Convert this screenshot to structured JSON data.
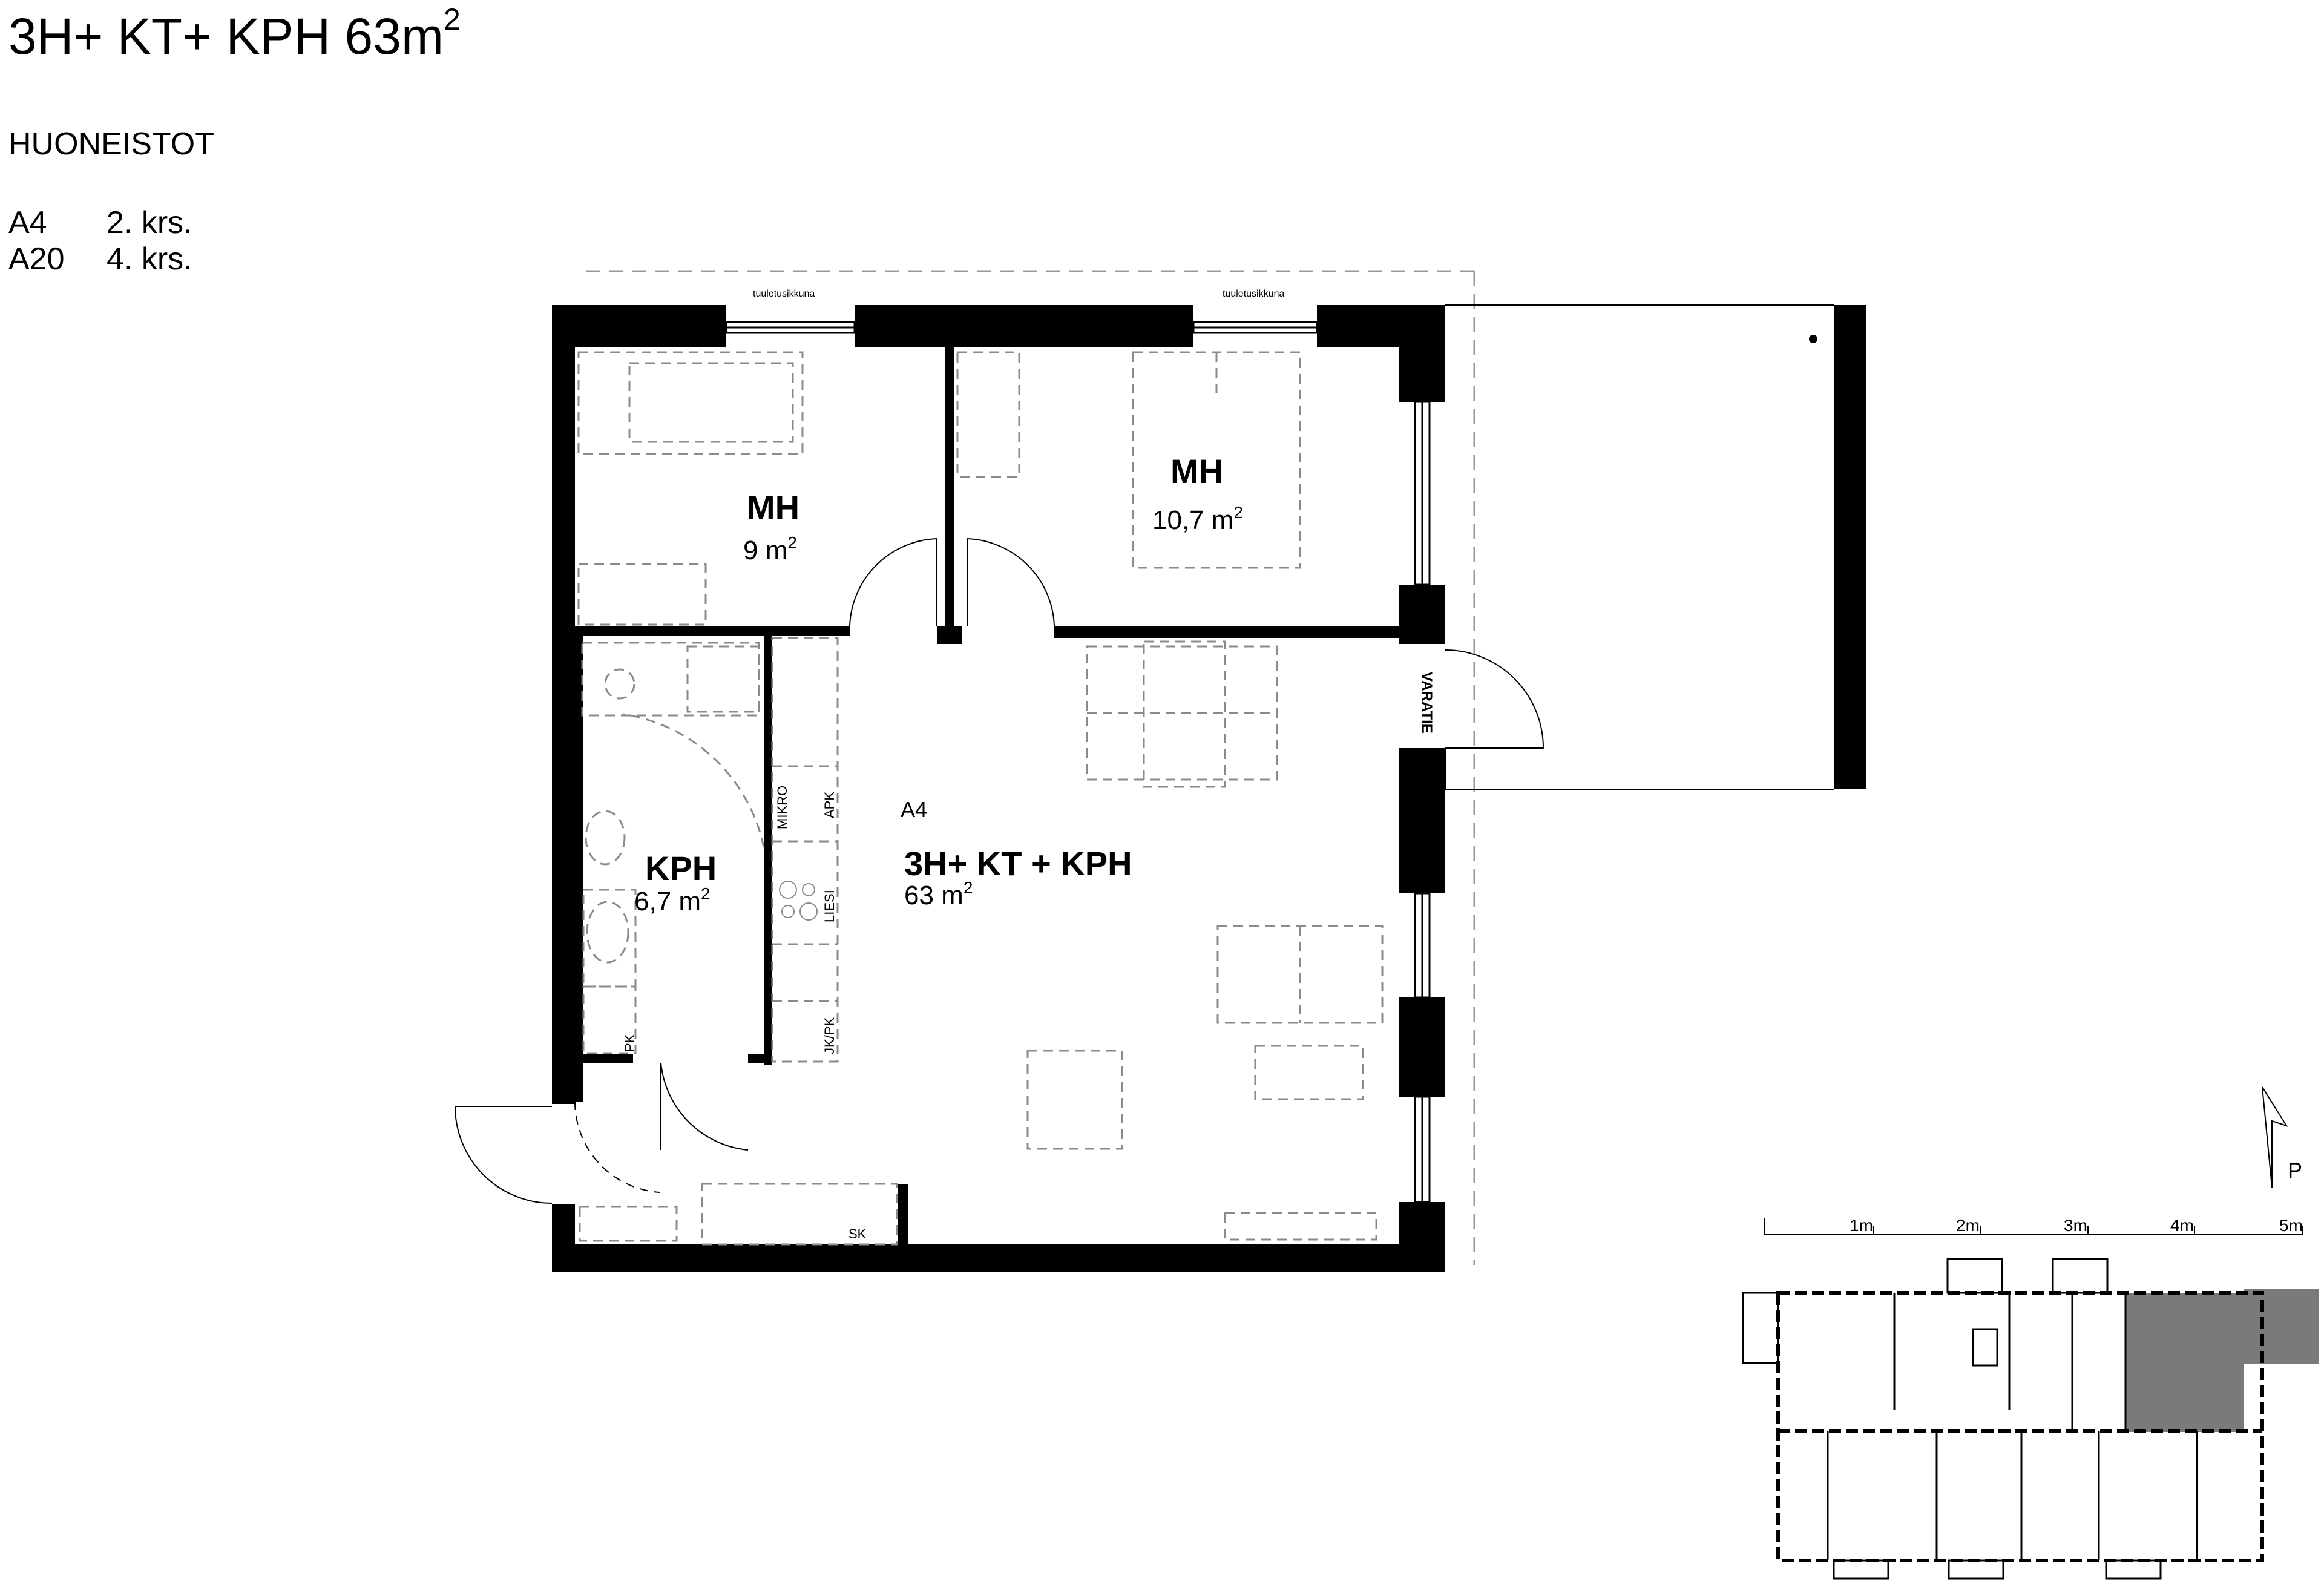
{
  "header": {
    "title": "3H+ KT+ KPH 63m",
    "title_sup": "2",
    "section": "HUONEISTOT"
  },
  "apartments": [
    {
      "code": "A4",
      "floor": "2. krs."
    },
    {
      "code": "A20",
      "floor": "4. krs."
    }
  ],
  "plan": {
    "window_label_left": "tuuletusikkuna",
    "window_label_right": "tuuletusikkuna",
    "unit_code": "A4",
    "rooms": {
      "mh1_name": "MH",
      "mh1_area": "9 m",
      "mh2_name": "MH",
      "mh2_area": "10,7 m",
      "kph_name": "KPH",
      "kph_area": "6,7 m",
      "main_name": "3H+ KT + KPH",
      "main_area": "63 m",
      "sup": "2"
    },
    "labels": {
      "varatie": "VARATIE",
      "mikro": "MIKRO",
      "apk": "APK",
      "liesi": "LIESI",
      "jkpk": "JK/PK",
      "pk": "PK",
      "sk": "SK"
    }
  },
  "compass": {
    "north_label": "P"
  },
  "scale_bar": {
    "ticks": [
      "1m",
      "2m",
      "3m",
      "4m",
      "5m"
    ]
  },
  "colors": {
    "wall": "#000000",
    "furniture": "#8a8a8a",
    "highlight": "#7a7a7a"
  }
}
